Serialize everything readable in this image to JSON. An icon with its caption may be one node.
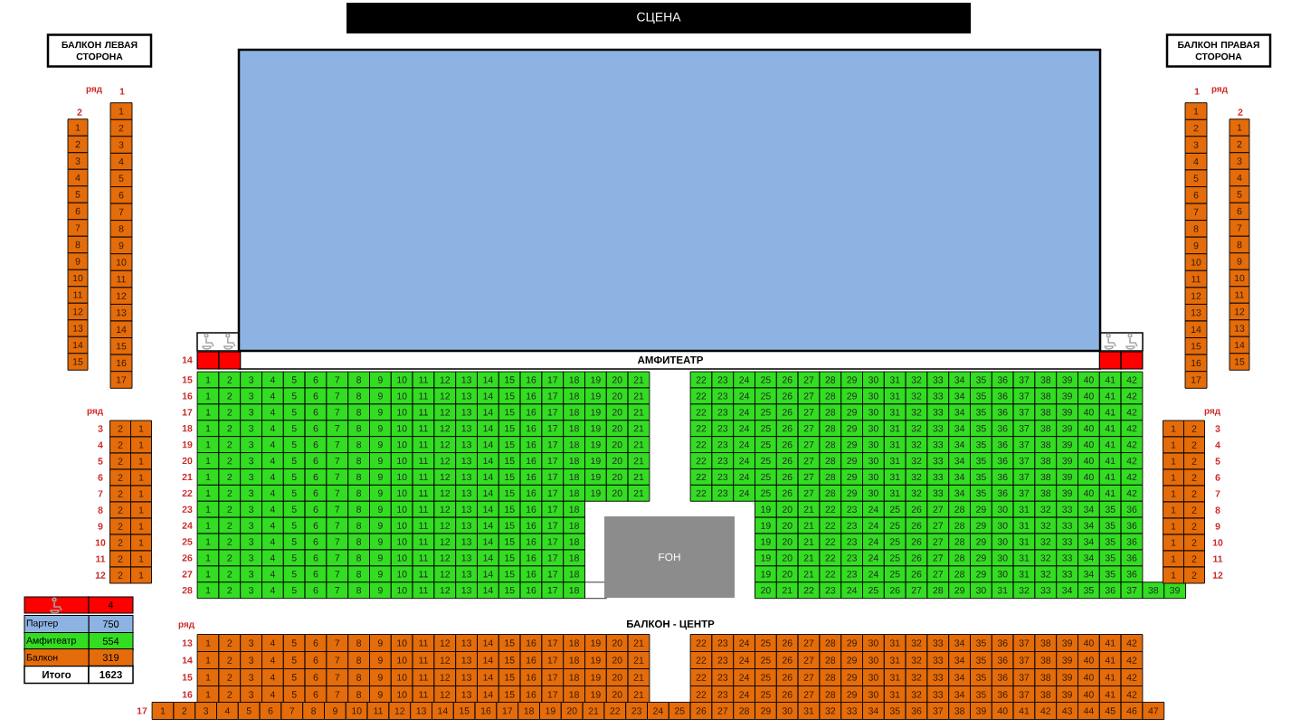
{
  "diagram": {
    "nodes": [
      {
        "text": [
          "СЦЕНА"
        ]
      },
      {
        "text": [
          "БАЛКОН ЛЕВАЯ СТОРОНА"
        ]
      },
      {
        "text": [
          "БАЛКОН ПРАВАЯ СТОРОНА"
        ]
      },
      {
        "text": [],
        "shape": "box"
      },
      {
        "text": [
          "FOH"
        ]
      }
    ],
    "labels": [
      "ряд",
      "1",
      "2",
      "1",
      "2",
      "3",
      "4",
      "5",
      "6",
      "7",
      "8",
      "9",
      "10",
      "11",
      "12",
      "13",
      "14",
      "15",
      "1",
      "2",
      "3",
      "4",
      "5",
      "6",
      "7",
      "8",
      "9",
      "10",
      "11",
      "12",
      "13",
      "14",
      "15",
      "16",
      "17",
      "14",
      "АМФИТЕАТР",
      "1",
      "ряд",
      "1",
      "2",
      "2",
      "3",
      "4",
      "5",
      "6",
      "7",
      "8",
      "9",
      "10",
      "11",
      "12",
      "13",
      "14",
      "15",
      "16",
      "17",
      "1",
      "2",
      "3",
      "4",
      "5",
      "6",
      "7",
      "8",
      "9",
      "10",
      "11",
      "12",
      "13",
      "14",
      "15",
      "15",
      "1",
      "2",
      "3",
      "4",
      "5",
      "6",
      "7",
      "8",
      "9",
      "10",
      "11",
      "12",
      "13",
      "14",
      "15",
      "16",
      "17",
      "18",
      "19",
      "20",
      "21",
      "22",
      "23",
      "24",
      "25",
      "26",
      "27",
      "28",
      "29",
      "30",
      "31",
      "32",
      "33",
      "34",
      "35",
      "36",
      "37",
      "38",
      "39",
      "40",
      "41",
      "42",
      "16",
      "1",
      "2",
      "3",
      "4",
      "5",
      "6",
      "7",
      "8",
      "9",
      "10",
      "11",
      "12",
      "13",
      "14",
      "15",
      "16",
      "17",
      "18",
      "19",
      "20",
      "21",
      "22",
      "23",
      "24",
      "25",
      "26",
      "27",
      "28",
      "29",
      "30",
      "31",
      "32",
      "33",
      "34",
      "35",
      "36",
      "37",
      "38",
      "39",
      "40",
      "41",
      "42",
      "17",
      "1",
      "2",
      "3",
      "4",
      "5",
      "6",
      "7",
      "8",
      "9",
      "10",
      "11",
      "12",
      "13",
      "14",
      "15",
      "16",
      "17",
      "18",
      "19",
      "20",
      "21",
      "22",
      "23",
      "24",
      "25",
      "26",
      "27",
      "28",
      "29",
      "30",
      "31",
      "32",
      "33",
      "34",
      "35",
      "36",
      "37",
      "38",
      "39",
      "40",
      "41",
      "42",
      "18",
      "1",
      "2",
      "3",
      "4",
      "5",
      "6",
      "7",
      "8",
      "9",
      "10",
      "11",
      "12",
      "13",
      "14",
      "15",
      "16",
      "17",
      "18",
      "19",
      "20",
      "21",
      "22",
      "23",
      "24",
      "25",
      "26",
      "27",
      "28",
      "29",
      "30",
      "31",
      "32",
      "33",
      "34",
      "35",
      "36",
      "37",
      "38",
      "39",
      "40",
      "41",
      "42",
      "19",
      "1",
      "2",
      "3",
      "4",
      "5",
      "6",
      "7",
      "8",
      "9",
      "10",
      "11",
      "12",
      "13",
      "14",
      "15",
      "16",
      "17",
      "18",
      "19",
      "20",
      "21",
      "22",
      "23",
      "24",
      "25",
      "26",
      "27",
      "28",
      "29",
      "30",
      "31",
      "32",
      "33",
      "34",
      "35",
      "36",
      "37",
      "38",
      "39",
      "40",
      "41",
      "42",
      "20",
      "1",
      "2",
      "3",
      "4",
      "5",
      "6",
      "7",
      "8",
      "9",
      "10",
      "11",
      "12",
      "13",
      "14",
      "15",
      "16",
      "17",
      "18",
      "19",
      "20",
      "21",
      "22",
      "23",
      "24",
      "25",
      "26",
      "27",
      "28",
      "29",
      "30",
      "31",
      "32",
      "33",
      "34",
      "35",
      "36",
      "37",
      "38",
      "39",
      "40",
      "41",
      "42",
      "21",
      "1",
      "2",
      "3",
      "4",
      "5",
      "6",
      "7",
      "8",
      "9",
      "10",
      "11",
      "12",
      "13",
      "14",
      "15",
      "16",
      "17",
      "18",
      "19",
      "20",
      "21",
      "22",
      "23",
      "24",
      "25",
      "26",
      "27",
      "28",
      "29",
      "30",
      "31",
      "32",
      "33",
      "34",
      "35",
      "36",
      "37",
      "38",
      "39",
      "40",
      "41",
      "42",
      "22",
      "1",
      "2",
      "3",
      "4",
      "5",
      "6",
      "7",
      "8",
      "9",
      "10",
      "11",
      "12",
      "13",
      "14",
      "15",
      "16",
      "17",
      "18",
      "19",
      "20",
      "21",
      "22",
      "23",
      "24",
      "25",
      "26",
      "27",
      "28",
      "29",
      "30",
      "31",
      "32",
      "33",
      "34",
      "35",
      "36",
      "37",
      "38",
      "39",
      "40",
      "41",
      "42",
      "23",
      "1",
      "2",
      "3",
      "4",
      "5",
      "6",
      "7",
      "8",
      "9",
      "10",
      "11",
      "12",
      "13",
      "14",
      "15",
      "16",
      "17",
      "18",
      "19",
      "20",
      "21",
      "22",
      "23",
      "24",
      "25",
      "26",
      "27",
      "28",
      "29",
      "30",
      "31",
      "32",
      "33",
      "34",
      "35",
      "36",
      "24",
      "1",
      "2",
      "3",
      "4",
      "5",
      "6",
      "7",
      "8",
      "9",
      "10",
      "11",
      "12",
      "13",
      "14",
      "15",
      "16",
      "17",
      "18",
      "19",
      "20",
      "21",
      "22",
      "23",
      "24",
      "25",
      "26",
      "27",
      "28",
      "29",
      "30",
      "31",
      "32",
      "33",
      "34",
      "35",
      "36",
      "25",
      "1",
      "2",
      "3",
      "4",
      "5",
      "6",
      "7",
      "8",
      "9",
      "10",
      "11",
      "12",
      "13",
      "14",
      "15",
      "16",
      "17",
      "18",
      "19",
      "20",
      "21",
      "22",
      "23",
      "24",
      "25",
      "26",
      "27",
      "28",
      "29",
      "30",
      "31",
      "32",
      "33",
      "34",
      "35",
      "36",
      "26",
      "1",
      "2",
      "3",
      "4",
      "5",
      "6",
      "7",
      "8",
      "9",
      "10",
      "11",
      "12",
      "13",
      "14",
      "15",
      "16",
      "17",
      "18",
      "19",
      "20",
      "21",
      "22",
      "23",
      "24",
      "25",
      "26",
      "27",
      "28",
      "29",
      "30",
      "31",
      "32",
      "33",
      "34",
      "35",
      "36",
      "27",
      "1",
      "2",
      "3",
      "4",
      "5",
      "6",
      "7",
      "8",
      "9",
      "10",
      "11",
      "12",
      "13",
      "14",
      "15",
      "16",
      "17",
      "18",
      "19",
      "20",
      "21",
      "22",
      "23",
      "24",
      "25",
      "26",
      "27",
      "28",
      "29",
      "30",
      "31",
      "32",
      "33",
      "34",
      "35",
      "36",
      "28",
      "1",
      "2",
      "3",
      "4",
      "5",
      "6",
      "7",
      "8",
      "9",
      "10",
      "11",
      "12",
      "13",
      "14",
      "15",
      "16",
      "17",
      "18",
      "20",
      "21",
      "22",
      "23",
      "24",
      "25",
      "26",
      "27",
      "28",
      "29",
      "30",
      "31",
      "32",
      "33",
      "34",
      "35",
      "36",
      "37",
      "38",
      "39",
      "ряд",
      "3",
      "2",
      "1",
      "4",
      "2",
      "1",
      "5",
      "2",
      "1",
      "6",
      "2",
      "1",
      "7",
      "2",
      "1",
      "8",
      "2",
      "1",
      "9",
      "2",
      "1",
      "10",
      "2",
      "1",
      "11",
      "2",
      "1",
      "12",
      "2",
      "1",
      "ряд",
      "1",
      "2",
      "3",
      "1",
      "2",
      "4",
      "1",
      "2",
      "5",
      "1",
      "2",
      "6",
      "1",
      "2",
      "7",
      "1",
      "2",
      "8",
      "1",
      "2",
      "9",
      "1",
      "2",
      "10",
      "1",
      "2",
      "11",
      "1",
      "2",
      "12",
      "ряд",
      "БАЛКОН - ЦЕНТР",
      "13",
      "1",
      "2",
      "3",
      "4",
      "5",
      "6",
      "7",
      "8",
      "9",
      "10",
      "11",
      "12",
      "13",
      "14",
      "15",
      "16",
      "17",
      "18",
      "19",
      "20",
      "21",
      "22",
      "23",
      "24",
      "25",
      "26",
      "27",
      "28",
      "29",
      "30",
      "31",
      "32",
      "33",
      "34",
      "35",
      "36",
      "37",
      "38",
      "39",
      "40",
      "41",
      "42",
      "14",
      "1",
      "2",
      "3",
      "4",
      "5",
      "6",
      "7",
      "8",
      "9",
      "10",
      "11",
      "12",
      "13",
      "14",
      "15",
      "16",
      "17",
      "18",
      "19",
      "20",
      "21",
      "22",
      "23",
      "24",
      "25",
      "26",
      "27",
      "28",
      "29",
      "30",
      "31",
      "32",
      "33",
      "34",
      "35",
      "36",
      "37",
      "38",
      "39",
      "40",
      "41",
      "42",
      "15",
      "1",
      "2",
      "3",
      "4",
      "5",
      "6",
      "7",
      "8",
      "9",
      "10",
      "11",
      "12",
      "13",
      "14",
      "15",
      "16",
      "17",
      "18",
      "19",
      "20",
      "21",
      "22",
      "23",
      "24",
      "25",
      "26",
      "27",
      "28",
      "29",
      "30",
      "31",
      "32",
      "33",
      "34",
      "35",
      "36",
      "37",
      "38",
      "39",
      "40",
      "41",
      "42",
      "16",
      "1",
      "2",
      "3",
      "4",
      "5",
      "6",
      "7",
      "8",
      "9",
      "10",
      "11",
      "12",
      "13",
      "14",
      "15",
      "16",
      "17",
      "18",
      "19",
      "20",
      "21",
      "22",
      "23",
      "24",
      "25",
      "26",
      "27",
      "28",
      "29",
      "30",
      "31",
      "32",
      "33",
      "34",
      "35",
      "36",
      "37",
      "38",
      "39",
      "40",
      "41",
      "42",
      "17",
      "1",
      "2",
      "3",
      "4",
      "5",
      "6",
      "7",
      "8",
      "9",
      "10",
      "11",
      "12",
      "13",
      "14",
      "15",
      "16",
      "17",
      "18",
      "19",
      "20",
      "21",
      "22",
      "23",
      "24",
      "25",
      "26",
      "27",
      "28",
      "29",
      "30",
      "31",
      "32",
      "33",
      "34",
      "35",
      "36",
      "37",
      "38",
      "39",
      "40",
      "41",
      "42",
      "43",
      "44",
      "45",
      "46",
      "47",
      "750",
      "554",
      "319",
      "Итого",
      "1623"
    ],
    "legend": [
      {
        "text": "4",
        "color": "#ff0000"
      },
      {
        "text": "Партер",
        "color": "#8db3e2"
      },
      {
        "text": "Амфитеатр",
        "color": "#33dd22"
      },
      {
        "text": "Балкон",
        "color": "#e46c0a"
      }
    ]
  }
}
